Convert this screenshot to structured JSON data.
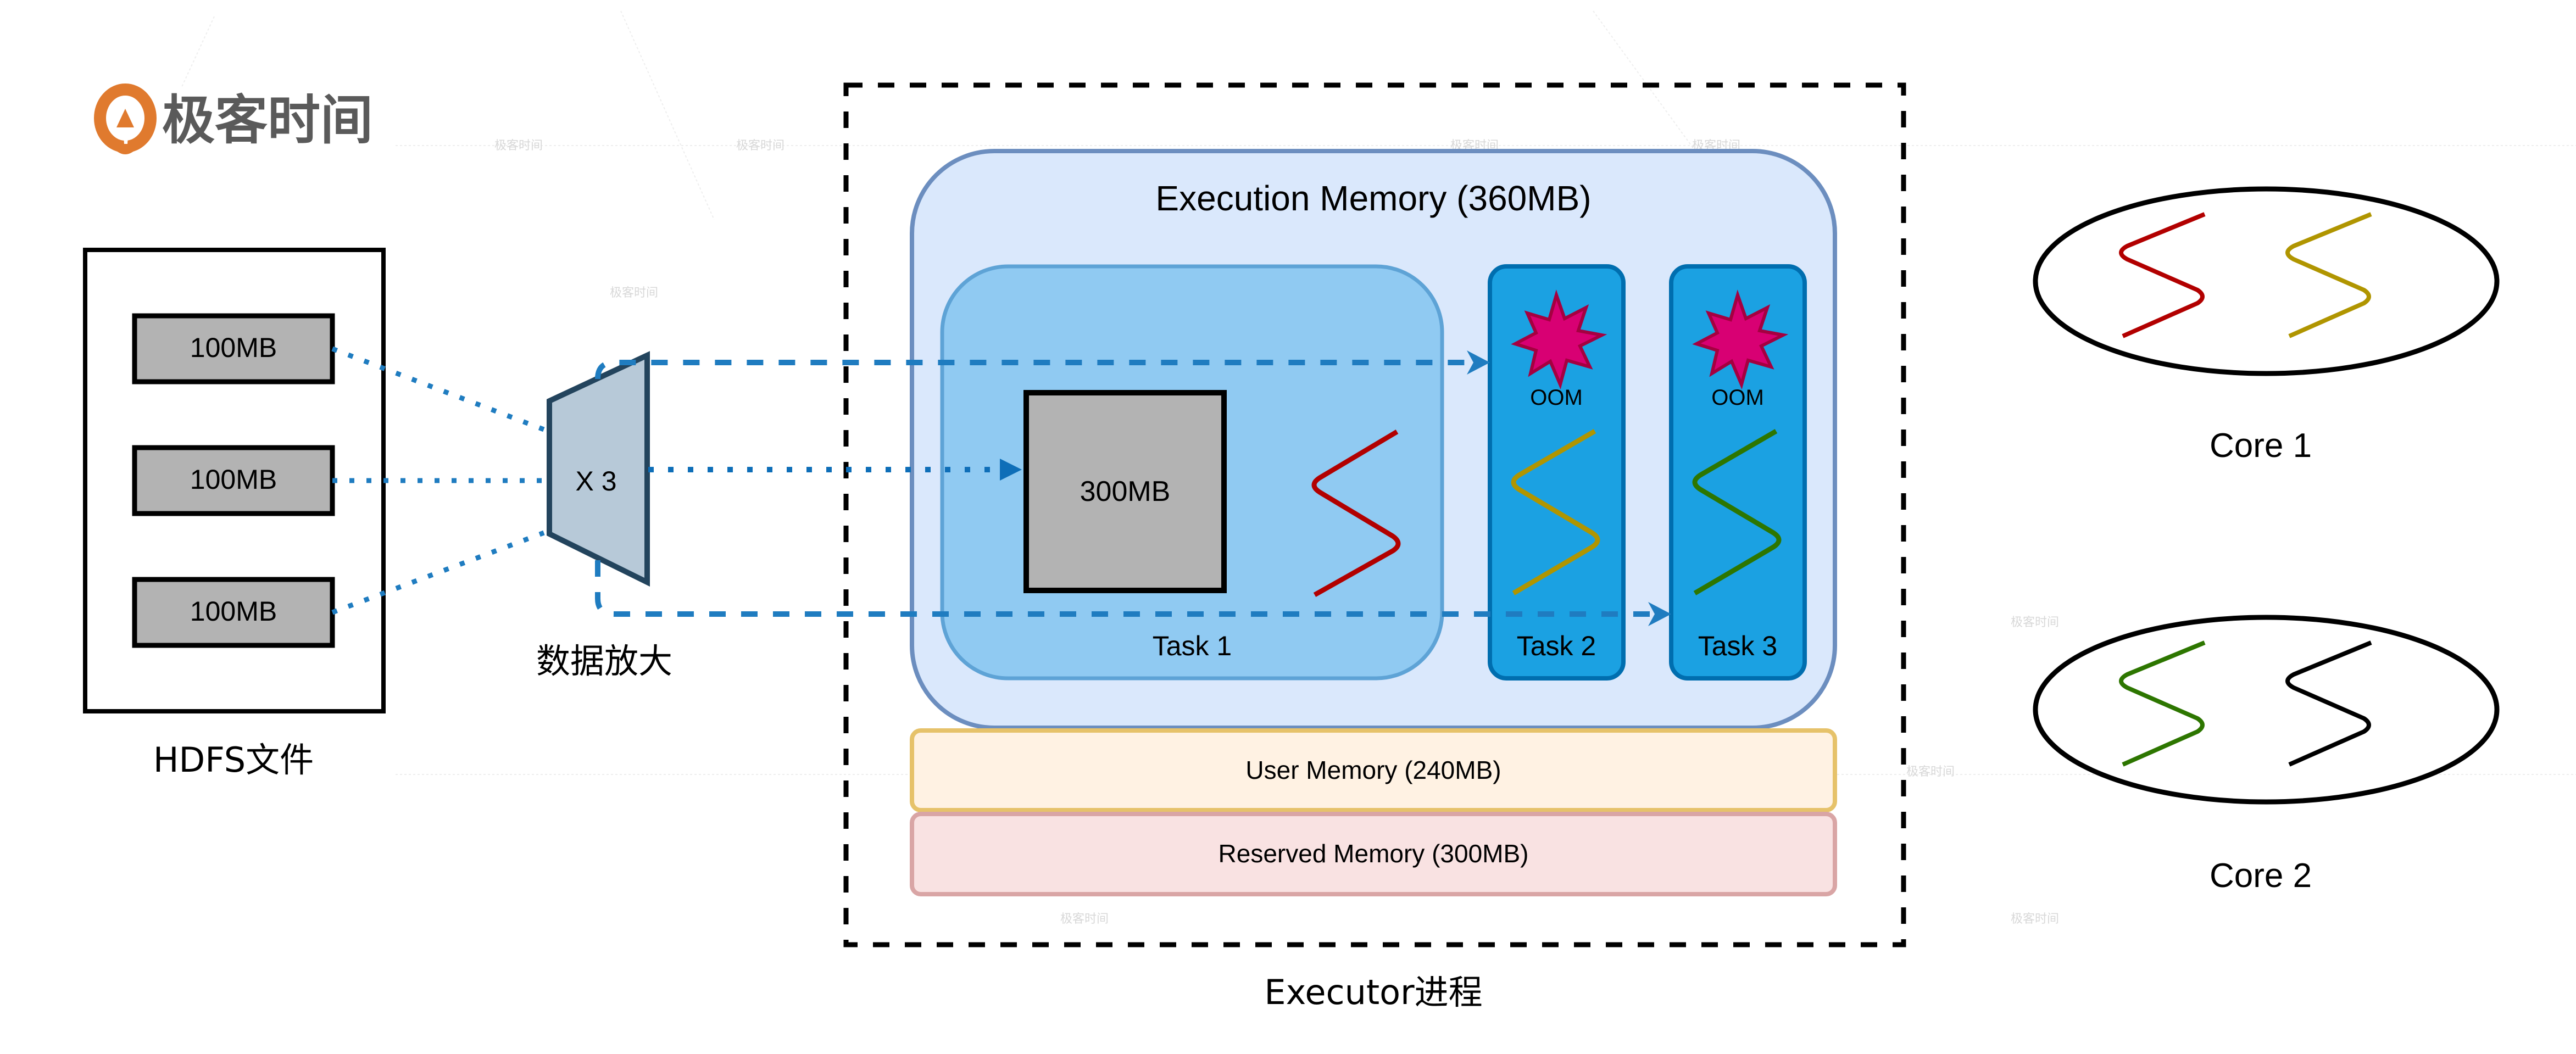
{
  "brand": {
    "logo_text": "极客时间",
    "logo_color": "#E07A2E",
    "watermark_text": "极客时间"
  },
  "hdfs": {
    "label": "HDFS文件",
    "blocks": [
      {
        "label": "100MB"
      },
      {
        "label": "100MB"
      },
      {
        "label": "100MB"
      }
    ]
  },
  "amplifier": {
    "label": "X 3",
    "caption": "数据放大",
    "fill": "#B7C9D8",
    "stroke": "#23445D"
  },
  "executor": {
    "caption": "Executor进程",
    "execution_memory": {
      "title": "Execution Memory (360MB)",
      "fill": "#DAE8FC",
      "stroke": "#6C8EBF"
    },
    "tasks": [
      {
        "label": "Task 1",
        "data_block": "300MB",
        "thread_color": "#B20000",
        "oom": false
      },
      {
        "label": "Task 2",
        "oom_label": "OOM",
        "thread_color": "#B09500",
        "oom": true
      },
      {
        "label": "Task 3",
        "oom_label": "OOM",
        "thread_color": "#2D7600",
        "oom": true
      }
    ],
    "user_memory": {
      "label": "User Memory (240MB)",
      "fill": "#FFF2E3",
      "stroke": "#E6C26A"
    },
    "reserved_memory": {
      "label": "Reserved Memory (300MB)",
      "fill": "#F9E2E2",
      "stroke": "#D9A5A5"
    }
  },
  "cores": [
    {
      "label": "Core 1",
      "threads": [
        "#B20000",
        "#B09500"
      ]
    },
    {
      "label": "Core 2",
      "threads": [
        "#2D7600",
        "#000000"
      ]
    }
  ],
  "colors": {
    "arrow": "#1F7CC0",
    "oom_burst": "#D80073",
    "oom_burst_stroke": "#A50040"
  }
}
